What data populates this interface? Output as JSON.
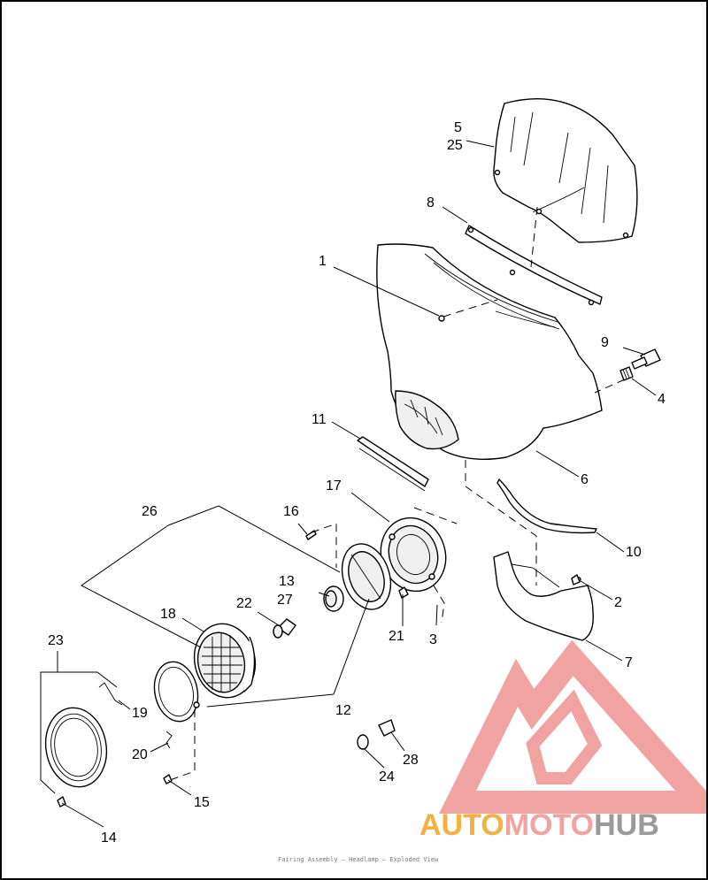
{
  "callouts": {
    "n1": "1",
    "n2": "2",
    "n3": "3",
    "n4": "4",
    "n5": "5",
    "n6": "6",
    "n7": "7",
    "n8": "8",
    "n9": "9",
    "n10": "10",
    "n11": "11",
    "n12": "12",
    "n13": "13",
    "n14": "14",
    "n15": "15",
    "n16": "16",
    "n17": "17",
    "n18": "18",
    "n19": "19",
    "n20": "20",
    "n21": "21",
    "n22": "22",
    "n23": "23",
    "n24": "24",
    "n25": "25",
    "n26": "26",
    "n27": "27",
    "n28": "28"
  },
  "watermark": {
    "word_part1": "AUTO",
    "word_part2": "MOTO",
    "word_part3": "HUB",
    "colors": {
      "part1": "#f5b041",
      "part2": "#f0a3a0",
      "part3": "#9a9a9a",
      "logo": "#f0a3a0"
    }
  },
  "footer_text": "Fairing Assembly — Headlamp — Exploded View"
}
